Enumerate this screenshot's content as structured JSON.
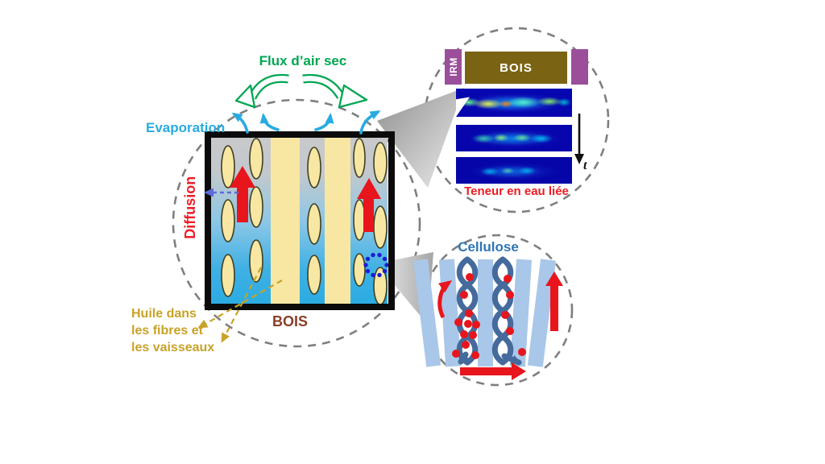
{
  "labels": {
    "air_flow": "Flux d’air sec",
    "evaporation": "Evaporation",
    "diffusion": "Diffusion",
    "oil": [
      "Huile dans",
      "les fibres et",
      "les vaisseaux"
    ],
    "wood_main": "BOIS",
    "mri": "IRM",
    "wood_inset": "BOIS",
    "time": "t",
    "bound_water": "Teneur en eau liée",
    "cellulose": "Cellulose"
  },
  "colors": {
    "air_flow_green": "#00A651",
    "evaporation_blue": "#29ABE2",
    "diffusion_red": "#ED1C24",
    "oil_gold": "#C9A227",
    "wood_text_brown": "#8B3E26",
    "irm_purple": "#9B4F9B",
    "wood_bar_brown": "#7A6414",
    "bound_water_red": "#ED1C24",
    "cellulose_blue": "#2E75B6",
    "fiber_fill": "#F7E7A3",
    "water_gradient_top": "#C8C9CB",
    "water_gradient_bottom": "#29ABE2",
    "helix_blue": "#456A9C",
    "cellulose_strip_blue": "#A9C7E8",
    "mri_background_blue": "#0707B0",
    "dashed_circle_gray": "#7F7F7F"
  }
}
